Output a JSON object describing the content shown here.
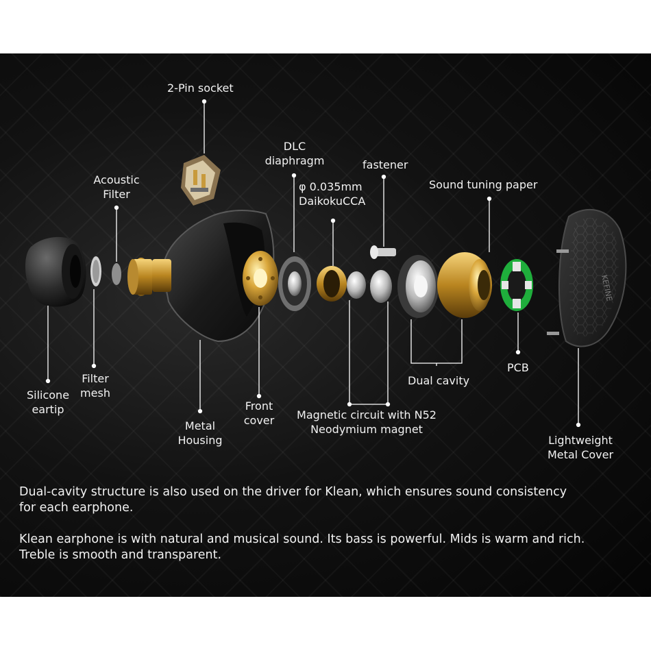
{
  "labels": {
    "pin_socket": "2-Pin socket",
    "dlc_1": "DLC",
    "dlc_2": "diaphragm",
    "fastener": "fastener",
    "acoustic_1": "Acoustic",
    "acoustic_2": "Filter",
    "phi": "φ 0.035mm",
    "daikoku": "DaikokuCCA",
    "tuning_paper": "Sound tuning paper",
    "filter_mesh_1": "Filter",
    "filter_mesh_2": "mesh",
    "eartip_1": "Silicone",
    "eartip_2": "eartip",
    "housing_1": "Metal",
    "housing_2": "Housing",
    "front_cover_1": "Front",
    "front_cover_2": "cover",
    "magnetic_1": "Magnetic circuit with N52",
    "magnetic_2": "Neodymium magnet",
    "dual_cavity": "Dual cavity",
    "pcb": "PCB",
    "metal_cover_1": "Lightweight",
    "metal_cover_2": "Metal Cover",
    "brand": "KEFINE"
  },
  "description": {
    "p1_l1": "Dual-cavity structure is also used on the driver for Klean, which ensures sound consistency",
    "p1_l2": "for each earphone.",
    "p2_l1": "Klean earphone is with natural and musical sound. Its bass is powerful. Mids is warm and rich.",
    "p2_l2": "Treble is smooth and transparent."
  }
}
